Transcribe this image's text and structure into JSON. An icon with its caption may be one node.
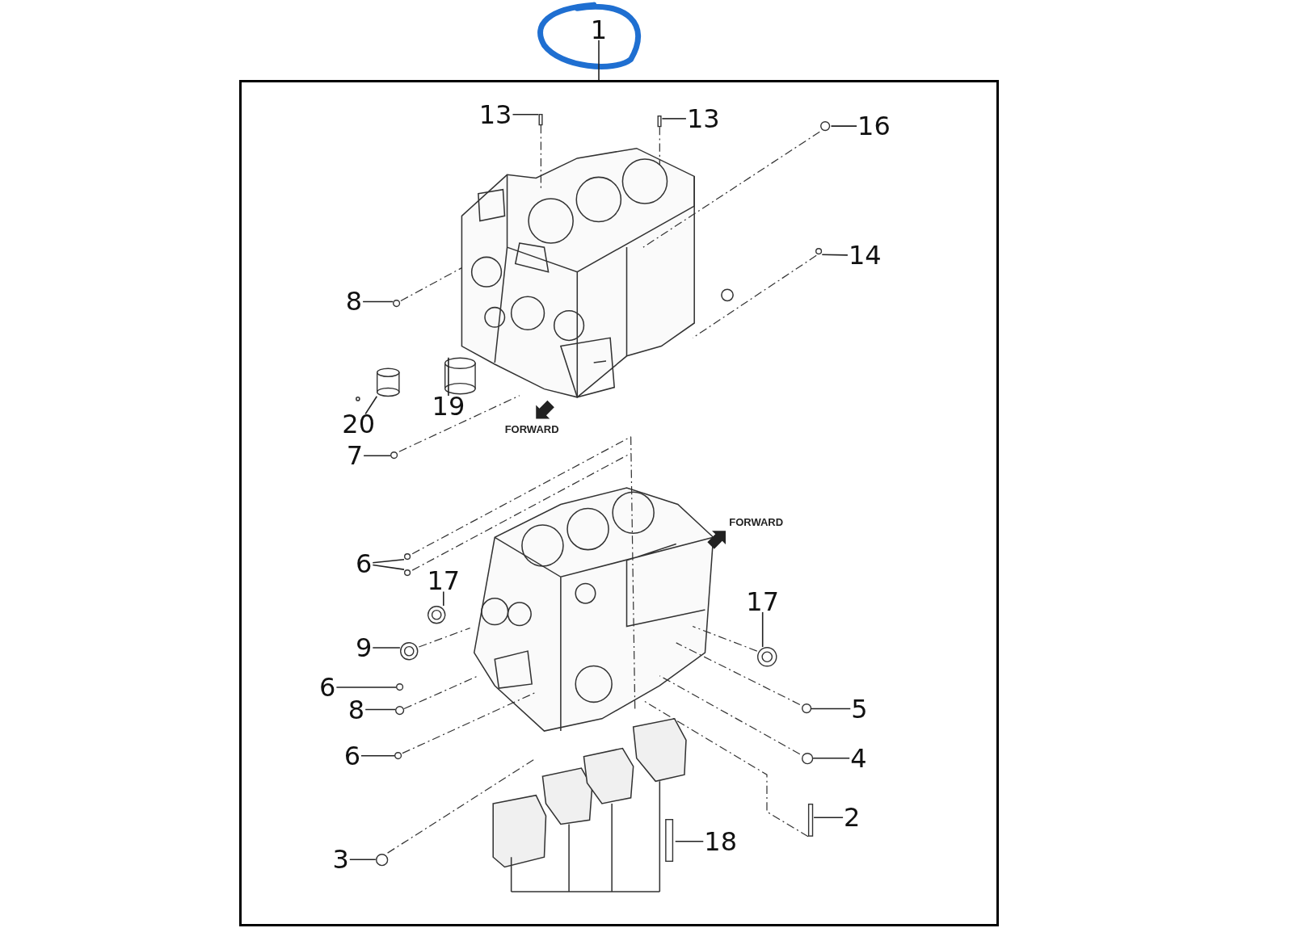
{
  "diagram": {
    "nodes": [
      {
        "text": [
          "1"
        ]
      },
      {
        "text": [],
        "shape": "box"
      },
      {
        "text": [
          "13"
        ],
        "in": 1
      },
      {
        "text": [
          "13"
        ],
        "in": 1
      },
      {
        "text": [
          "16"
        ],
        "in": 1
      },
      {
        "text": [
          "14"
        ],
        "in": 1
      },
      {
        "text": [
          "8"
        ],
        "in": 1
      },
      {
        "text": [
          "20"
        ],
        "in": 1
      },
      {
        "text": [
          "19"
        ],
        "in": 1
      },
      {
        "text": [
          "7"
        ],
        "in": 1
      },
      {
        "text": [
          "6"
        ],
        "in": 1
      },
      {
        "text": [
          "17"
        ],
        "in": 1
      },
      {
        "text": [
          "17"
        ],
        "in": 1
      },
      {
        "text": [
          "9"
        ],
        "in": 1
      },
      {
        "text": [
          "6"
        ],
        "in": 1
      },
      {
        "text": [
          "8"
        ],
        "in": 1
      },
      {
        "text": [
          "5"
        ],
        "in": 1
      },
      {
        "text": [
          "6"
        ],
        "in": 1
      },
      {
        "text": [
          "4"
        ],
        "in": 1
      },
      {
        "text": [
          "2"
        ],
        "in": 1
      },
      {
        "text": [
          "18"
        ],
        "in": 1
      },
      {
        "text": [
          "3"
        ],
        "in": 1
      },
      {
        "text": [],
        "shape": "bar",
        "in": 1
      },
      {
        "text": [],
        "shape": "bar",
        "in": 1
      },
      {
        "text": [],
        "shape": "circle",
        "in": 1
      },
      {
        "text": [],
        "shape": "circle",
        "in": 1
      },
      {
        "text": [],
        "shape": "circle",
        "in": 1
      },
      {
        "text": [],
        "shape": "cylinder",
        "in": 1
      },
      {
        "text": [],
        "shape": "cylinder",
        "in": 1
      },
      {
        "text": [],
        "shape": "circle",
        "in": 1
      },
      {
        "text": [],
        "shape": "circle",
        "in": 1
      },
      {
        "text": [],
        "shape": "circle",
        "in": 1
      },
      {
        "text": [],
        "shape": "circle",
        "in": 1
      },
      {
        "text": [],
        "shape": "circle",
        "in": 1
      },
      {
        "text": [],
        "shape": "circle",
        "in": 1
      },
      {
        "text": [],
        "shape": "circle",
        "in": 1
      },
      {
        "text": [],
        "shape": "circle",
        "in": 1
      },
      {
        "text": [],
        "shape": "circle",
        "in": 1
      },
      {
        "text": [],
        "shape": "circle",
        "in": 1
      },
      {
        "text": [],
        "shape": "circle",
        "in": 1
      },
      {
        "text": [],
        "shape": "bar",
        "in": 1
      },
      {
        "text": [],
        "shape": "bar",
        "in": 1
      },
      {
        "text": [],
        "shape": "circle",
        "in": 1
      }
    ],
    "edges": [
      {
        "from": 0,
        "to": 1,
        "arrow": "none"
      },
      {
        "from": 2,
        "to": 22,
        "arrow": "none"
      },
      {
        "from": 3,
        "to": 23,
        "arrow": "none"
      },
      {
        "from": 4,
        "to": 24,
        "arrow": "none"
      },
      {
        "from": 5,
        "to": 25,
        "arrow": "none"
      },
      {
        "from": 6,
        "to": 26,
        "arrow": "none"
      },
      {
        "from": 7,
        "to": 27,
        "arrow": "none"
      },
      {
        "from": 8,
        "to": 28,
        "arrow": "none"
      },
      {
        "from": 9,
        "to": 29,
        "arrow": "none"
      },
      {
        "from": 10,
        "to": 30,
        "arrow": "none"
      },
      {
        "from": 10,
        "to": 31,
        "arrow": "none"
      },
      {
        "from": 11,
        "to": 32,
        "arrow": "none"
      },
      {
        "from": 12,
        "to": 33,
        "arrow": "none"
      },
      {
        "from": 13,
        "to": 34,
        "arrow": "none"
      },
      {
        "from": 14,
        "to": 35,
        "arrow": "none"
      },
      {
        "from": 15,
        "to": 36,
        "arrow": "none"
      },
      {
        "from": 16,
        "to": 37,
        "arrow": "none"
      },
      {
        "from": 17,
        "to": 38,
        "arrow": "none"
      },
      {
        "from": 18,
        "to": 39,
        "arrow": "none"
      },
      {
        "from": 19,
        "to": 40,
        "arrow": "none"
      },
      {
        "from": 20,
        "to": 41,
        "arrow": "none"
      },
      {
        "from": 21,
        "to": 42,
        "arrow": "none"
      }
    ],
    "labels": [
      "FORWARD",
      "FORWARD"
    ]
  }
}
